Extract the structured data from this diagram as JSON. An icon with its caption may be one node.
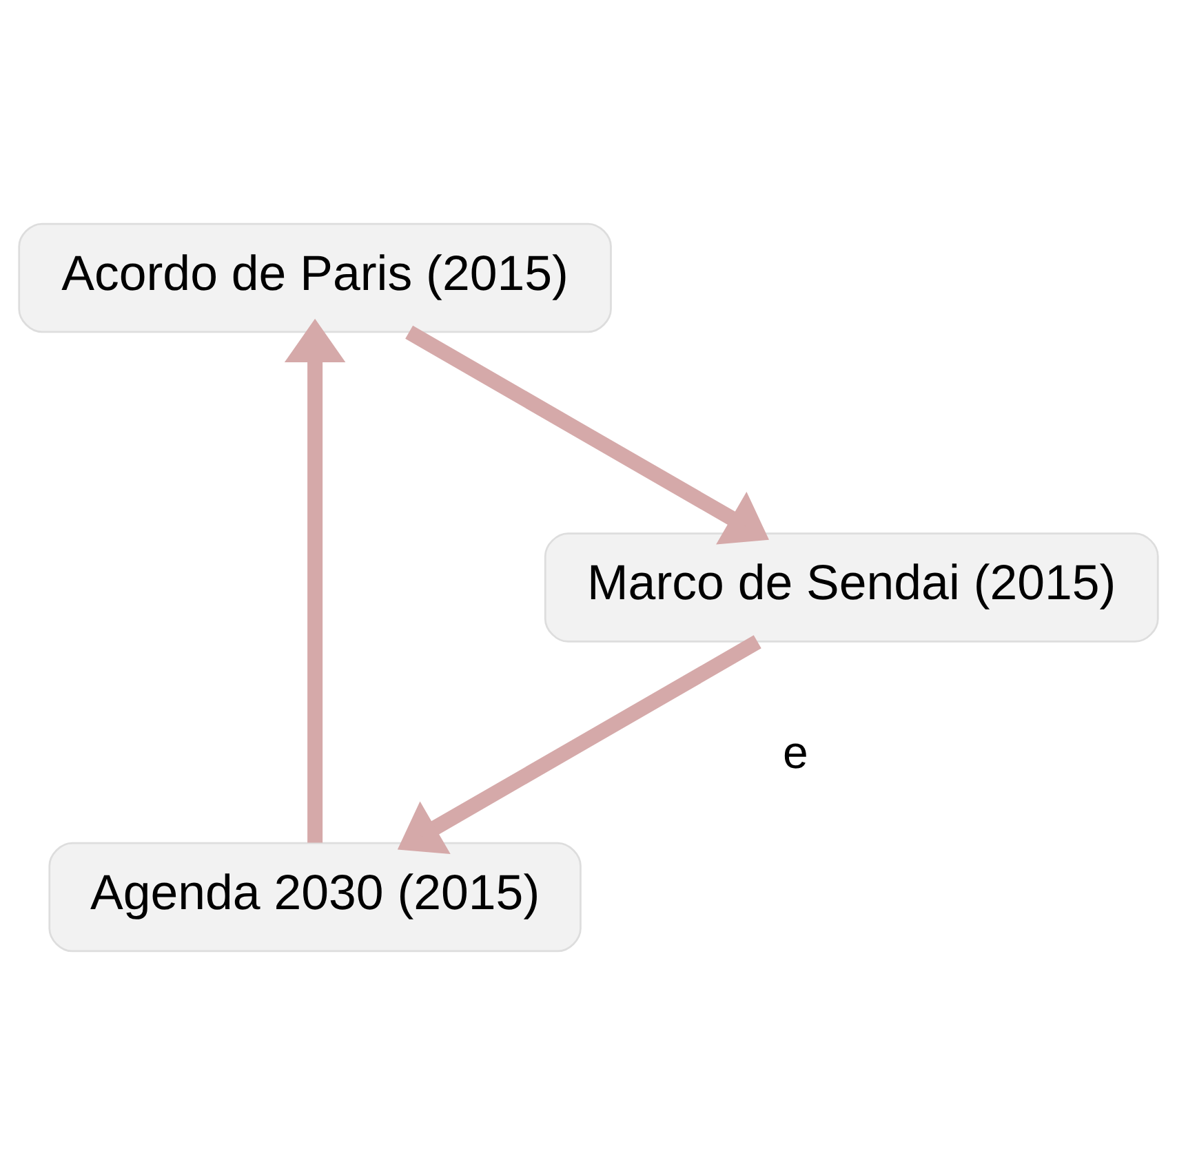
{
  "diagram": {
    "nodes": [
      {
        "text": [
          "Agenda 2030 (2015)"
        ]
      },
      {
        "text": [
          "Acordo de Paris (2015)"
        ]
      },
      {
        "text": [
          "Marco de Sendai (2015)"
        ]
      }
    ],
    "edges": [
      {
        "from": 0,
        "to": 1,
        "arrow": "to"
      },
      {
        "from": 1,
        "to": 2,
        "arrow": "to"
      },
      {
        "from": 2,
        "to": 0,
        "arrow": "to"
      }
    ],
    "labels": [
      "e"
    ]
  }
}
